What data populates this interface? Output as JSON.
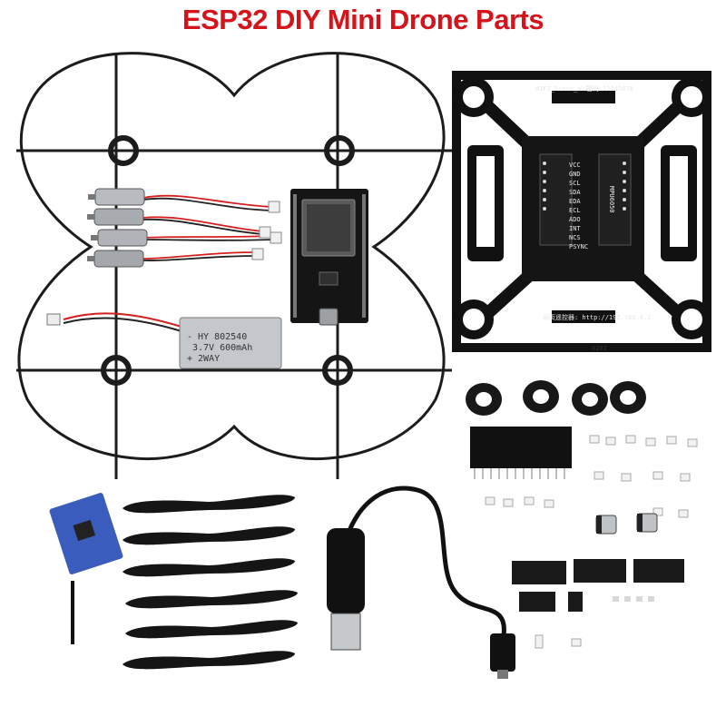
{
  "title": "ESP32 DIY Mini Drone Parts",
  "title_color": "#d4141a",
  "pcb": {
    "top_label": "WIFI_Drone_WiFi",
    "top_label_2": "密码:12345678",
    "pins": [
      "VCC",
      "GND",
      "SCL",
      "SDA",
      "EDA",
      "ECL",
      "ADO",
      "INT",
      "NCS",
      "PSYNC"
    ],
    "module_label": "MPU6050",
    "bottom_label": "网页遥控器: http://192.168.4.1",
    "corner_code": "0202"
  },
  "battery": {
    "line1": "- HY  802540",
    "line2": "3.7V 600mAh",
    "line3": "+ 2WAY"
  },
  "icons": [
    "propeller-guard-icon",
    "motor-icon",
    "esp32-board-icon",
    "battery-icon",
    "drone-frame-pcb-icon",
    "rubber-damper-icon",
    "header-pin-icon",
    "mpu-sensor-icon",
    "propeller-icon",
    "usb-cable-icon",
    "capacitor-icon",
    "smd-chip-icon",
    "connector-icon"
  ],
  "colors": {
    "pcb": "#111111",
    "battery_label": "#c4c8cc",
    "sensor_board": "#3a5dbd",
    "wire_red": "#d62020",
    "frame_line": "#1c1c1c"
  }
}
